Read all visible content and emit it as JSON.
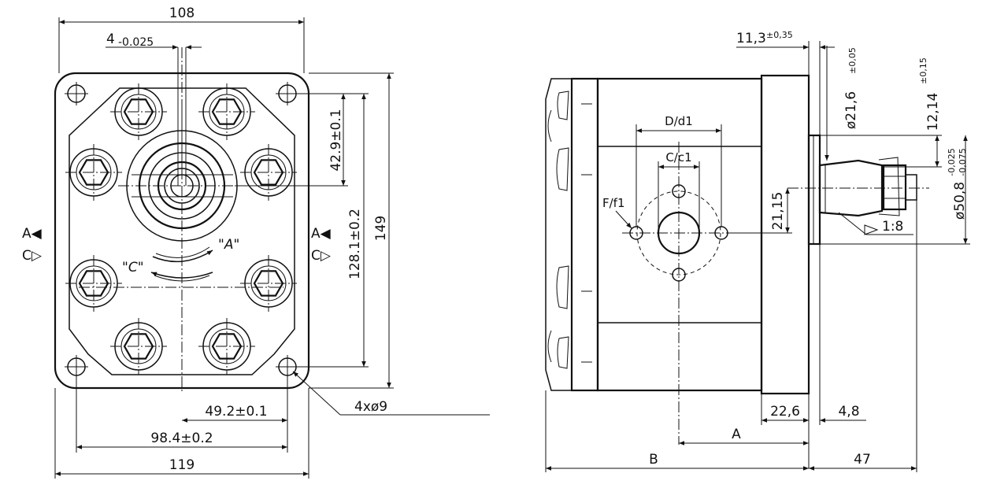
{
  "front_view": {
    "dim_width_top": "108",
    "dim_key_width": "4",
    "dim_key_tol": "-0.025",
    "dim_shaft_offset": "42.9±0.1",
    "dim_bolt_vertical": "128.1±0.2",
    "dim_height": "149",
    "dim_half_bolt_horizontal": "49.2±0.1",
    "dim_bolt_horizontal": "98.4±0.2",
    "dim_width_bottom": "119",
    "dim_holes": "4xø9",
    "rotation_c": "\"C\"",
    "rotation_a": "\"A\"",
    "port_a_left": "A◀",
    "port_c_left": "C▷",
    "port_a_right": "A◀",
    "port_c_right": "C▷"
  },
  "side_view": {
    "dim_shaft_step": "11,3",
    "dim_shaft_step_tol": "±0,35",
    "dim_shaft_diameter": "ø21,6",
    "dim_shaft_diameter_tol": "±0,05",
    "dim_taper_length": "12,14",
    "dim_taper_length_tol": "±0,15",
    "dim_port_height": "21,15",
    "dim_pilot_diameter": "ø50,8",
    "dim_pilot_tol_upper": "-0,025",
    "dim_pilot_tol_lower": "-0,075",
    "taper_ratio": "1:8",
    "label_port_flange": "D/d1",
    "label_port_bore": "C/c1",
    "label_port_thread": "F/f1",
    "dim_flange_thickness": "22,6",
    "dim_pilot_length": "4,8",
    "dim_a": "A",
    "dim_b": "B",
    "dim_shaft_length": "47"
  }
}
